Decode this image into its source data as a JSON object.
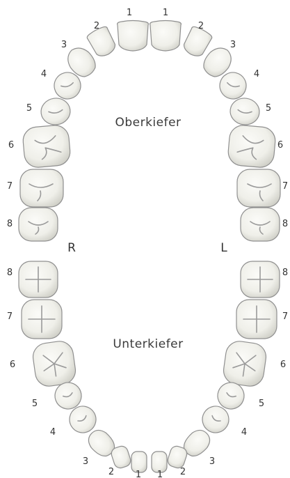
{
  "labels": {
    "upper_jaw": "Oberkiefer",
    "lower_jaw": "Unterkiefer",
    "right": "R",
    "left": "L"
  },
  "upper_numbers": {
    "right": [
      "1",
      "2",
      "3",
      "4",
      "5",
      "6",
      "7",
      "8"
    ],
    "left": [
      "1",
      "2",
      "3",
      "4",
      "5",
      "6",
      "7",
      "8"
    ]
  },
  "lower_numbers": {
    "right": [
      "8",
      "7",
      "6",
      "5",
      "4",
      "3",
      "2",
      "1"
    ],
    "left": [
      "8",
      "7",
      "6",
      "5",
      "4",
      "3",
      "2",
      "1"
    ]
  },
  "colors": {
    "tooth_fill": "#f4f4ef",
    "tooth_shade": "#d6d6cf",
    "tooth_outline": "#8f8f8f",
    "groove": "#9a9a9a"
  }
}
